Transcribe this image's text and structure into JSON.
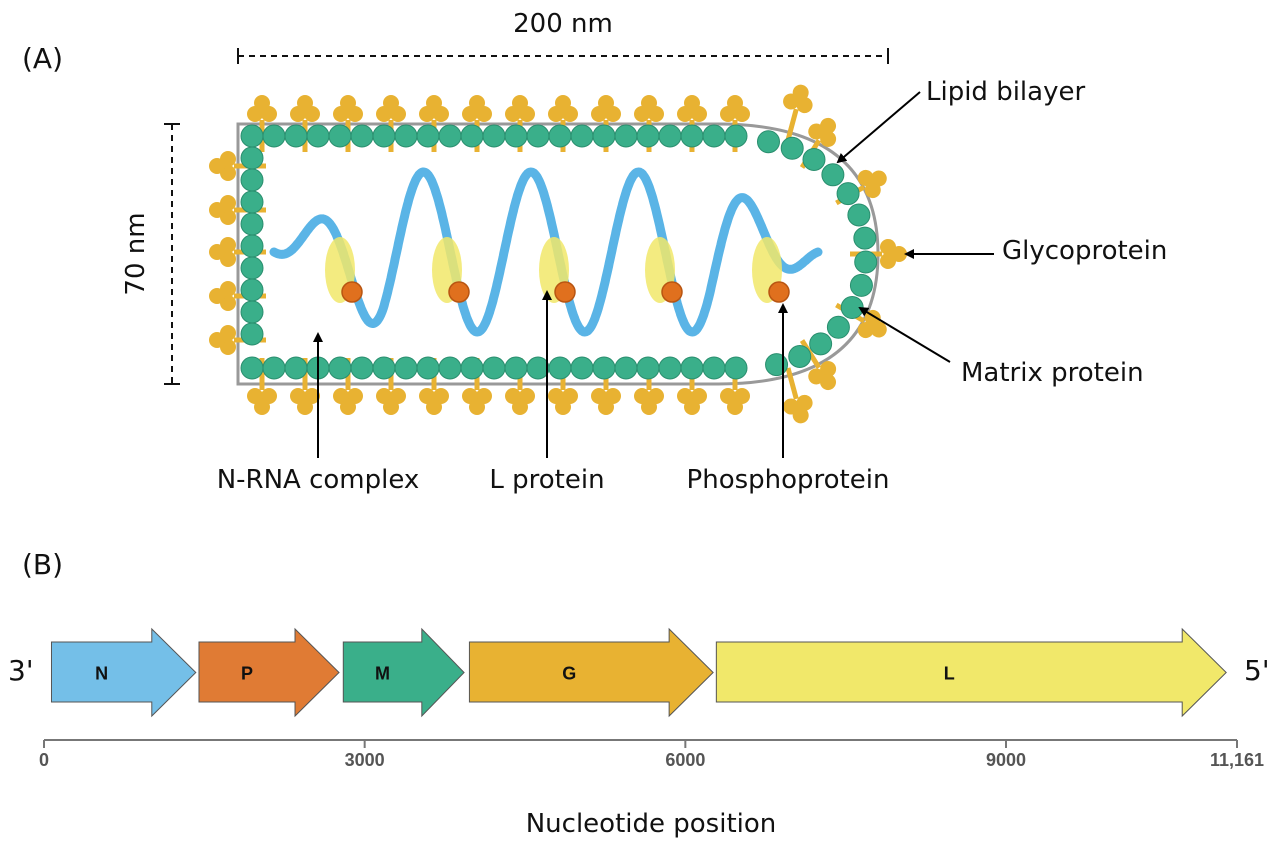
{
  "panel_a": {
    "label": "(A)",
    "width_dim": "200 nm",
    "height_dim": "70 nm",
    "callouts": {
      "lipid_bilayer": "Lipid bilayer",
      "glycoprotein": "Glycoprotein",
      "matrix_protein": "Matrix protein",
      "n_rna_complex": "N-RNA complex",
      "l_protein": "L protein",
      "phosphoprotein": "Phosphoprotein"
    }
  },
  "panel_b": {
    "label": "(B)",
    "three_prime": "3'",
    "five_prime": "5'",
    "axis_title": "Nucleotide position",
    "genes": [
      {
        "name": "N",
        "start": 70,
        "end": 1420,
        "color": "#74bfe8"
      },
      {
        "name": "P",
        "start": 1450,
        "end": 2760,
        "color": "#e07b34"
      },
      {
        "name": "M",
        "start": 2800,
        "end": 3930,
        "color": "#3aaf8a"
      },
      {
        "name": "G",
        "start": 3980,
        "end": 6260,
        "color": "#e8b232"
      },
      {
        "name": "L",
        "start": 6290,
        "end": 11060,
        "color": "#f1e86a"
      }
    ],
    "ticks": [
      {
        "value": 0,
        "label": "0"
      },
      {
        "value": 3000,
        "label": "3000"
      },
      {
        "value": 6000,
        "label": "6000"
      },
      {
        "value": 9000,
        "label": "9000"
      },
      {
        "value": 11161,
        "label": "11,161"
      }
    ],
    "axis_max": 11161
  },
  "colors": {
    "glycoprotein": "#e8b232",
    "matrix": "#3aaf8a",
    "rna": "#5ab4e6",
    "l_protein": "#f1e86a",
    "phosphoprotein": "#e0701e",
    "membrane": "#999999"
  }
}
